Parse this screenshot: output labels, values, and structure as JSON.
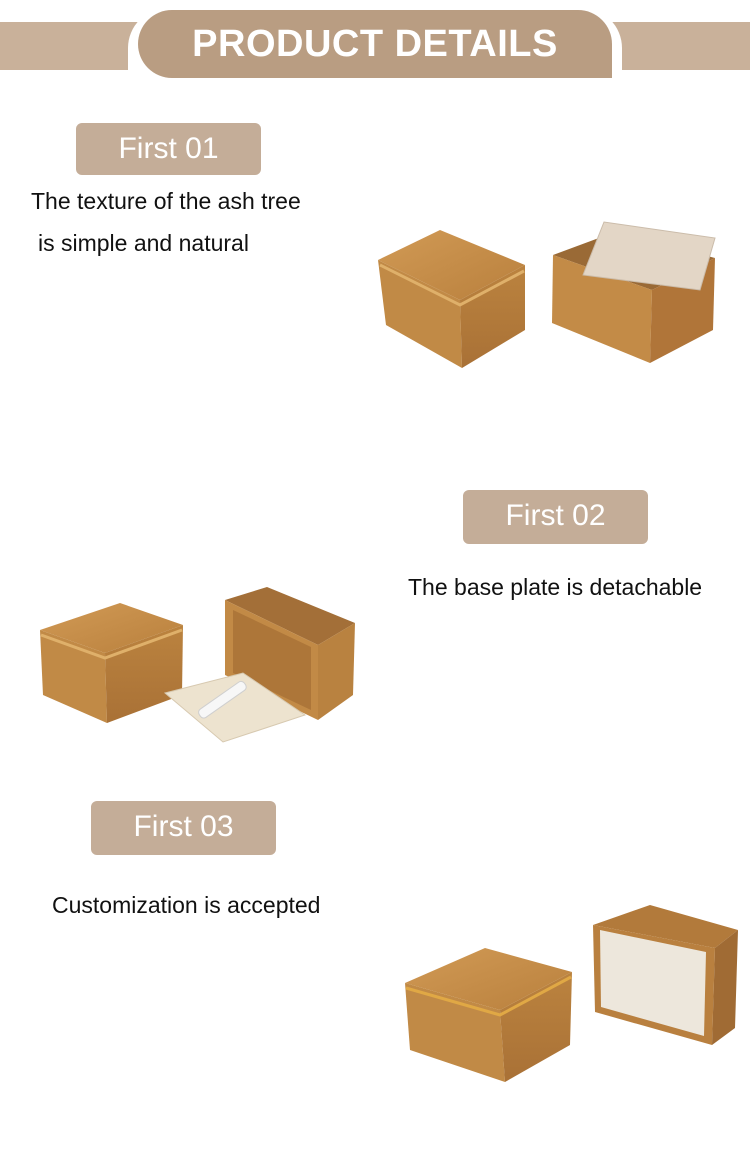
{
  "header": {
    "title": "PRODUCT DETAILS"
  },
  "sections": [
    {
      "pill": "First 01",
      "lines": [
        "The texture of the ash tree",
        "is simple and natural"
      ]
    },
    {
      "pill": "First 02",
      "lines": [
        "The base plate is detachable"
      ]
    },
    {
      "pill": "First 03",
      "lines": [
        "Customization is accepted"
      ]
    }
  ],
  "colors": {
    "banner": "#b99d82",
    "pill": "#c4ad98",
    "wood": "#c08a44"
  }
}
